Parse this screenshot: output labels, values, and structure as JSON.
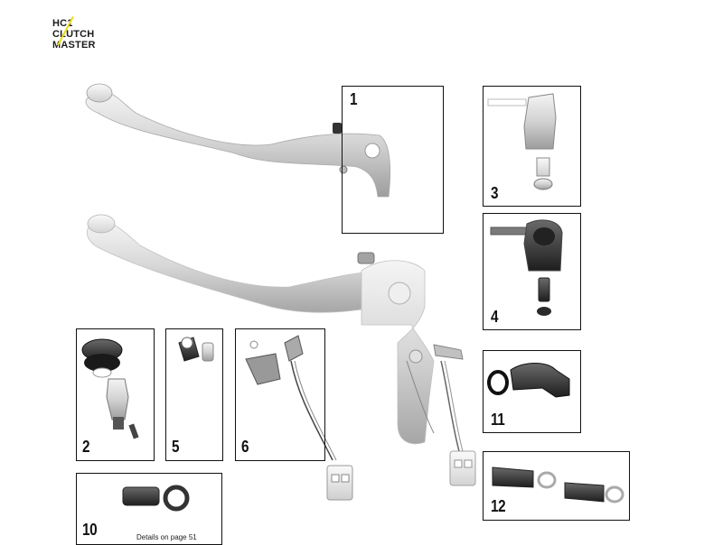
{
  "header": {
    "line1": "HC1",
    "line2": "CLUTCH",
    "line3": "MASTER",
    "accent_color": "#e8dc1c"
  },
  "parts": [
    {
      "number": "1"
    },
    {
      "number": "2"
    },
    {
      "number": "3"
    },
    {
      "number": "4"
    },
    {
      "number": "5"
    },
    {
      "number": "6"
    },
    {
      "number": "10",
      "note": "Details on page 51"
    },
    {
      "number": "11"
    },
    {
      "number": "12"
    }
  ],
  "icons": {
    "lever_top": "brake-lever-icon",
    "master_assembly": "clutch-master-cylinder-icon"
  }
}
